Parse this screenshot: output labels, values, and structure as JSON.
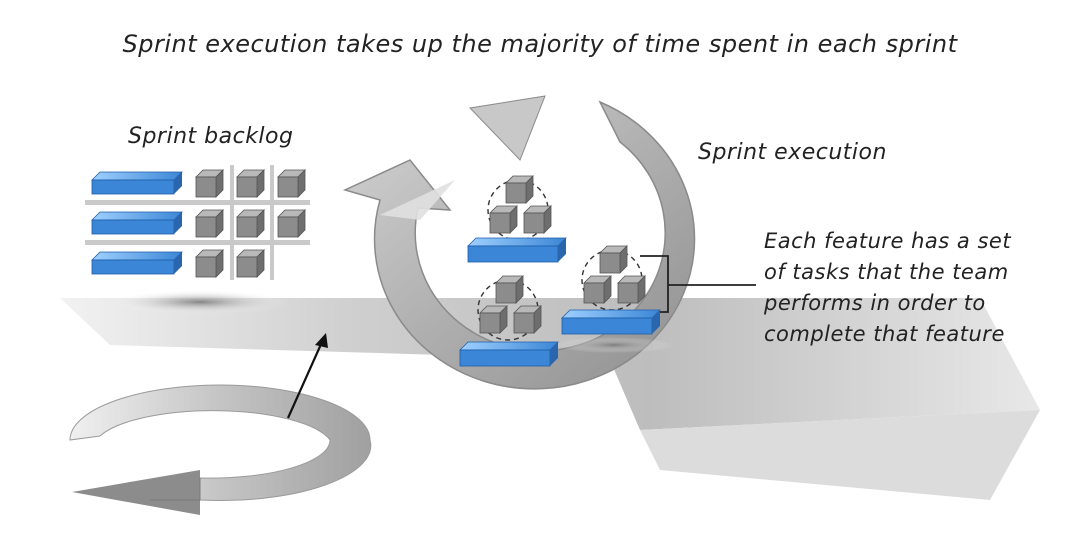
{
  "title": "Sprint execution takes up the majority of time spent in each sprint",
  "labels": {
    "sprint_backlog": "Sprint backlog",
    "sprint_execution": "Sprint execution"
  },
  "callout": {
    "lines": [
      "Each feature has a set",
      "of tasks that the team",
      "performs in order to",
      "complete that feature"
    ]
  },
  "colors": {
    "feature_blue": "#3b86d6",
    "task_gray": "#8c8c8c",
    "loop_gray": "#a9a9a9"
  }
}
